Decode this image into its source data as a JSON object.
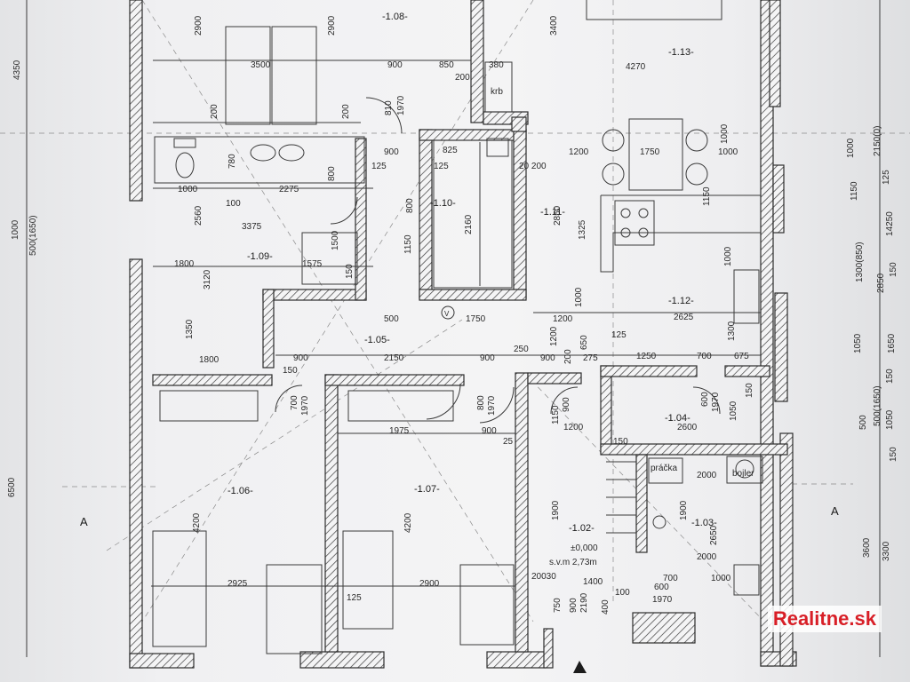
{
  "rooms": {
    "r108": "-1.08-",
    "r113": "-1.13-",
    "r110": "-1.10-",
    "r111": "-1.11-",
    "r109": "-1.09-",
    "r112": "-1.12-",
    "r105": "-1.05-",
    "r104": "-1.04-",
    "r106": "-1.06-",
    "r107": "-1.07-",
    "r102": "-1.02-",
    "r103": "-1.03-"
  },
  "labels": {
    "level": "±0,000",
    "height": "s.v.m 2,73m",
    "pracka": "práčka",
    "bojler": "bojler",
    "krb": "krb",
    "vent": "V",
    "sectionA_left": "A",
    "sectionA_right": "A"
  },
  "dims": {
    "d2900a": "2900",
    "d2900b": "2900",
    "d3400": "3400",
    "d4350": "4350",
    "d3500": "3500",
    "d900a": "900",
    "d850": "850",
    "d380": "380",
    "d200a": "200",
    "d4270": "4270",
    "d200b": "200",
    "d200c": "200",
    "d810": "810",
    "d1970a": "1970",
    "d1000a": "1000",
    "d900b": "900",
    "d825": "825",
    "d1200a": "1200",
    "d1750a": "1750",
    "d1000b": "1000",
    "d780": "780",
    "d800a": "800",
    "d125a": "125",
    "d125b": "125",
    "d20200": "20 200",
    "d1000c": "1000",
    "d2275": "2275",
    "d100": "100",
    "d2560": "2560",
    "d3375": "3375",
    "d800b": "800",
    "d2160": "2160",
    "d2850": "2850",
    "d1325": "1325",
    "d1150a": "1150",
    "d1500": "1500",
    "d1150b": "1150",
    "d1800a": "1800",
    "d1575": "1575",
    "d3120": "3120",
    "d150a": "150",
    "d1000d": "1000",
    "d1000e": "1000",
    "d2625": "2625",
    "d500": "500",
    "d1750b": "1750",
    "d1200b": "1200",
    "d1350": "1350",
    "d1800b": "1800",
    "d900c": "900",
    "d2150": "2150",
    "d900d": "900",
    "d250": "250",
    "d900e": "900",
    "d1200c": "1200",
    "d650": "650",
    "d200d": "200",
    "d275": "275",
    "d125c": "125",
    "d1250": "1250",
    "d700a": "700",
    "d675": "675",
    "d1300": "1300",
    "d1050a": "1050",
    "d150b": "150",
    "d700b": "700",
    "d1970b": "1970",
    "d800c": "800",
    "d1970c": "1970",
    "d1150c": "1150",
    "d900f": "900",
    "d1200d": "1200",
    "d600": "600",
    "d1970d": "1970",
    "d2600": "2600",
    "d1050b": "1050",
    "d150c": "150",
    "d1975": "1975",
    "d900g": "900",
    "d25": "25",
    "d150d": "150",
    "d2000a": "2000",
    "d4200a": "4200",
    "d4200b": "4200",
    "d1900a": "1900",
    "d1900b": "1900",
    "d2650": "2650",
    "d2000b": "2000",
    "d2925": "2925",
    "d2900c": "2900",
    "d125d": "125",
    "d20030": "20030",
    "d1400": "1400",
    "d700c": "700",
    "d1000f": "1000",
    "d750": "750",
    "d900h": "900",
    "d100b": "100",
    "d600b": "600",
    "d2190": "2190",
    "d400": "400",
    "d1970e": "1970",
    "d6500": "6500",
    "d1000g": "1000",
    "d5001650a": "500(1650)",
    "d1000h": "1000",
    "d2150_0": "2150(0)",
    "d1150d": "1150",
    "d125e": "125",
    "d14250": "14250",
    "d1300_850": "1300(850)",
    "d2850b": "2850",
    "d150e": "150",
    "d1650": "1650",
    "d150f": "150",
    "d500_1650b": "500(1650)",
    "d1050c": "1050",
    "d500b": "500",
    "d3600": "3600",
    "d3300": "3300",
    "d150g": "150"
  },
  "watermark": {
    "text": "Realitne.sk",
    "color": "#d81f27"
  }
}
